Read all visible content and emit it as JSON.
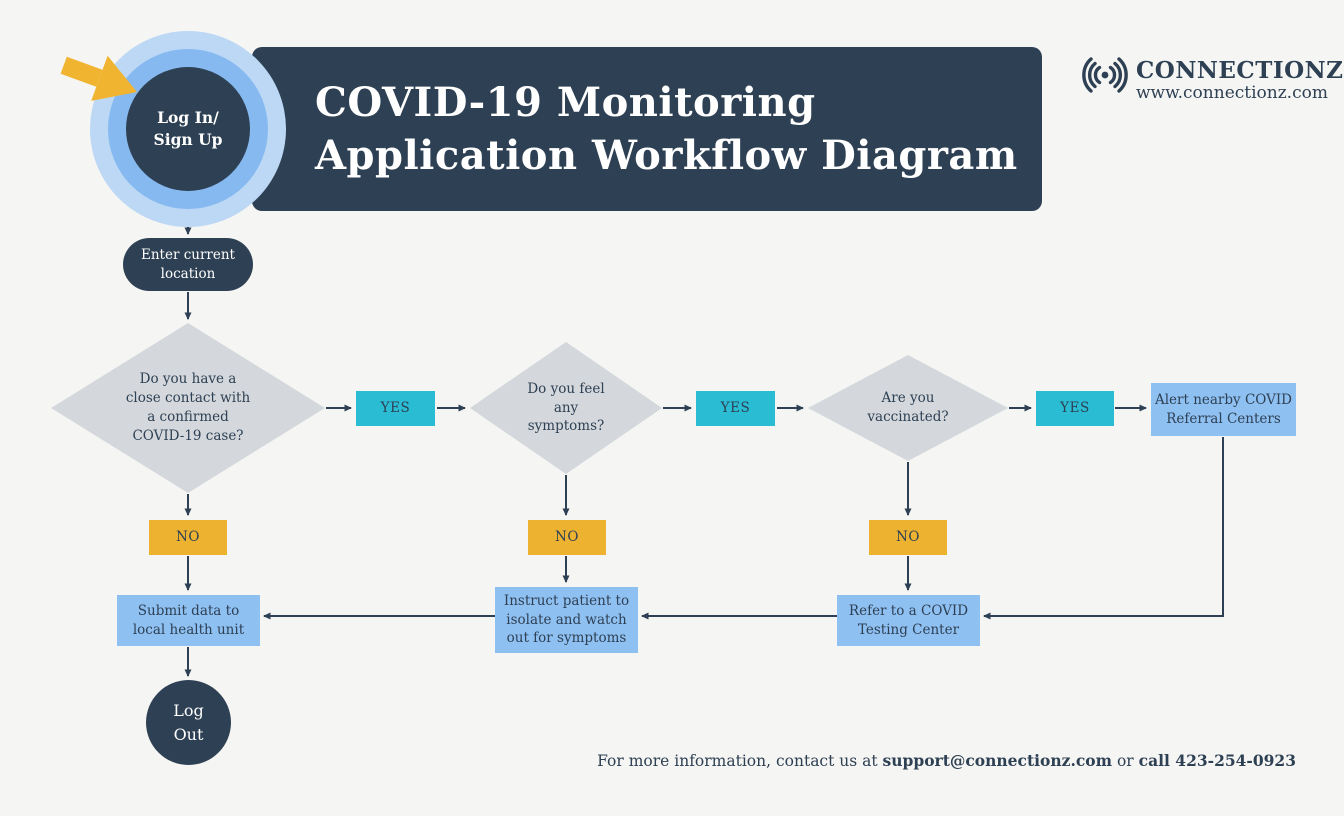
{
  "header": {
    "title_line1": "COVID-19 Monitoring",
    "title_line2": "Application Workflow Diagram"
  },
  "brand": {
    "name": "CONNECTIONZ",
    "website": "www.connectionz.com",
    "logo_icon": "signal-broadcast-icon"
  },
  "nodes": {
    "login": "Log In/\nSign Up",
    "enter_location": "Enter current\nlocation",
    "q_close_contact": "Do you have a\nclose contact with\na confirmed\nCOVID-19 case?",
    "q_symptoms": "Do you feel\nany\nsymptoms?",
    "q_vaccinated": "Are you\nvaccinated?",
    "yes": "YES",
    "no": "NO",
    "alert_referral": "Alert nearby COVID\nReferral Centers",
    "refer_testing": "Refer to a COVID\nTesting Center",
    "instruct_isolate": "Instruct patient to\nisolate and watch\nout for symptoms",
    "submit_data": "Submit data to\nlocal health unit",
    "logout": "Log\nOut"
  },
  "footer": {
    "text": "For more information, contact us at ",
    "email": "support@connectionz.com",
    "separator": " or ",
    "phone": "call 423-254-0923"
  },
  "icons": {
    "cursor": "cursor-arrow-icon",
    "logo": "signal-broadcast-icon"
  },
  "colors": {
    "navy": "#2e4053",
    "cyan": "#29bcd3",
    "orange": "#eeb231",
    "light_blue": "#8fc0f2",
    "diamond_gray": "#d4d8dd",
    "ring_outer": "#bcd8f5",
    "ring_inner": "#86b9f0",
    "background": "#f5f5f3",
    "white": "#ffffff"
  }
}
